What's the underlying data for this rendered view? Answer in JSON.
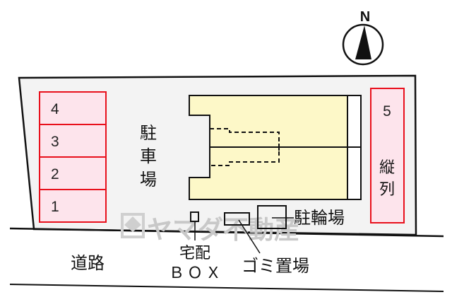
{
  "compass": {
    "label": "N"
  },
  "parking": {
    "label_chars": [
      "駐",
      "車",
      "場"
    ],
    "slots": [
      "4",
      "3",
      "2",
      "1"
    ],
    "slot5": {
      "number": "5",
      "note_chars": [
        "縦",
        "列"
      ]
    }
  },
  "labels": {
    "road": "道路",
    "delivery_box_line1": "宅配",
    "delivery_box_line2": "ＢＯＸ",
    "garbage": "ゴミ置場",
    "bicycle_parking": "駐輪場"
  },
  "watermark": "ヤマダ不動産",
  "colors": {
    "slot_stroke": "#e8101c",
    "slot_fill": "#fde4ec",
    "building_fill": "#fdf8c8",
    "lot_fill": "#f3f3f3"
  }
}
